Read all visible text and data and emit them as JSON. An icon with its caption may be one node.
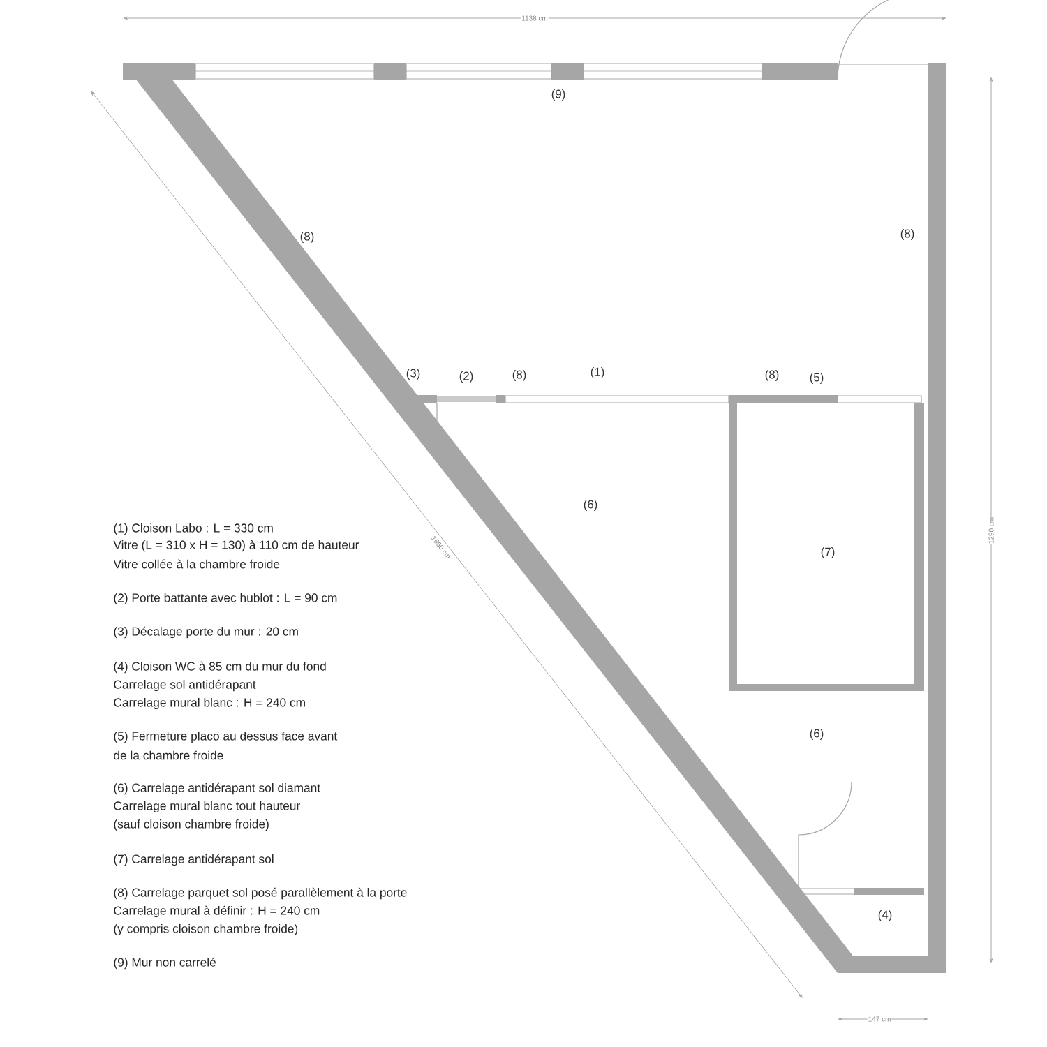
{
  "diagram": {
    "labels": [
      "1138 cm",
      "(9)",
      "(8)",
      "(8)",
      "(3)",
      "(2)",
      "(8)",
      "(1)",
      "(8)",
      "(5)",
      "(6)",
      "(7)",
      "(6)",
      "(4)",
      "(1) Cloison Labo : L = 330 cm",
      "Vitre (L = 310 x H = 130) à 110 cm de hauteur",
      "Vitre collée à la chambre froide",
      "(2) Porte battante avec hublot : L = 90 cm",
      "(3) Décalage porte du mur : 20 cm",
      "(4) Cloison WC à 85 cm du mur du fond",
      "Carrelage sol antidérapant",
      "Carrelage mural blanc : H = 240 cm",
      "(5) Fermeture placo au dessus face avant",
      "de la chambre froide",
      "(6) Carrelage antidérapant sol diamant",
      "Carrelage mural blanc tout hauteur",
      "(sauf cloison chambre froide)",
      "(7) Carrelage antidérapant sol",
      "(8) Carrelage parquet sol posé parallèlement à la porte",
      "Carrelage mural à définir : H = 240 cm",
      "(y compris cloison chambre froide)",
      "(9) Mur non carrelé",
      "1290 cm",
      "1660 cm",
      "147 cm"
    ]
  }
}
